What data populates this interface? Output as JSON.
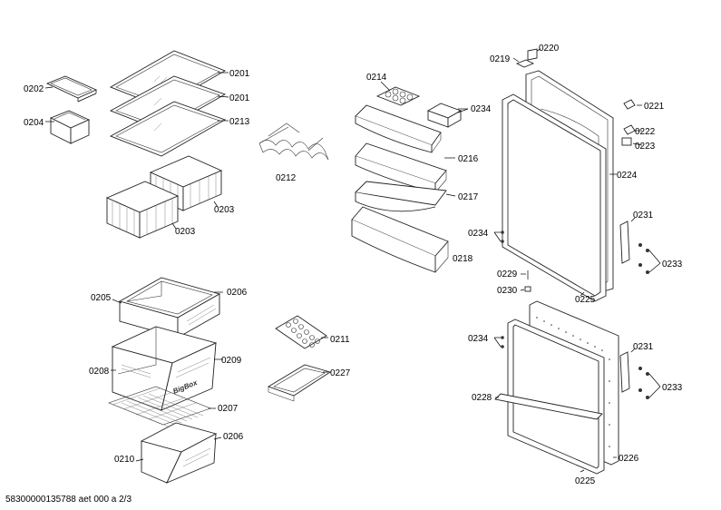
{
  "labels": {
    "p0202": "0202",
    "p0204": "0204",
    "p0201a": "0201",
    "p0201b": "0201",
    "p0213": "0213",
    "p0212": "0212",
    "p0203a": "0203",
    "p0203b": "0203",
    "p0214": "0214",
    "p0234a": "0234",
    "p0216": "0216",
    "p0217": "0217",
    "p0218": "0218",
    "p0219": "0219",
    "p0220": "0220",
    "p0221": "0221",
    "p0222": "0222",
    "p0223": "0223",
    "p0224": "0224",
    "p0231a": "0231",
    "p0234b": "0234",
    "p0233a": "0233",
    "p0229": "0229",
    "p0230": "0230",
    "p0225a": "0225",
    "p0205": "0205",
    "p0206a": "0206",
    "p0208": "0208",
    "p0209": "0209",
    "p0207": "0207",
    "p0210": "0210",
    "p0206b": "0206",
    "p0211": "0211",
    "p0227": "0227",
    "p0234c": "0234",
    "p0231b": "0231",
    "p0233b": "0233",
    "p0228": "0228",
    "p0226": "0226",
    "p0225b": "0225"
  },
  "drawer_brand": "BigBox",
  "footer": "58300000135788 aet 000 a 2/3"
}
